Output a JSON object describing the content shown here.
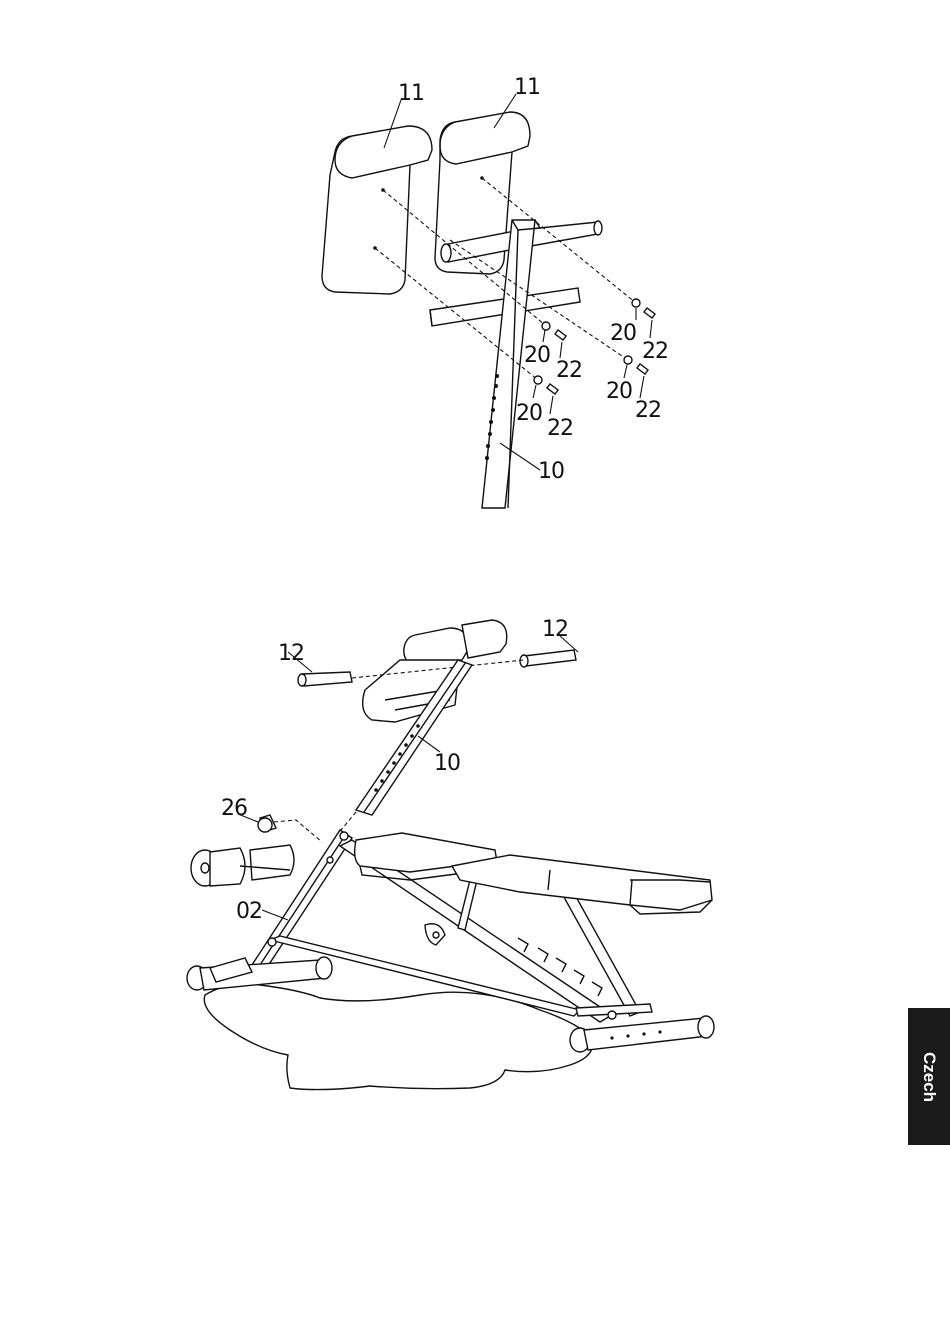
{
  "labels": {
    "seat_pad_left": "11",
    "seat_pad_right": "11",
    "washer_top": "20",
    "bolt_top": "22",
    "washer_mid": "20",
    "bolt_mid": "22",
    "washer_low": "20",
    "bolt_low": "22",
    "washer_right": "20",
    "bolt_right": "22",
    "post_top": "10",
    "pin_left": "12",
    "pin_right": "12",
    "post_bottom": "10",
    "knob": "26",
    "frame": "02"
  },
  "side_tab": {
    "text": "Czech",
    "background": "#1a1a1a",
    "color": "#ffffff"
  }
}
